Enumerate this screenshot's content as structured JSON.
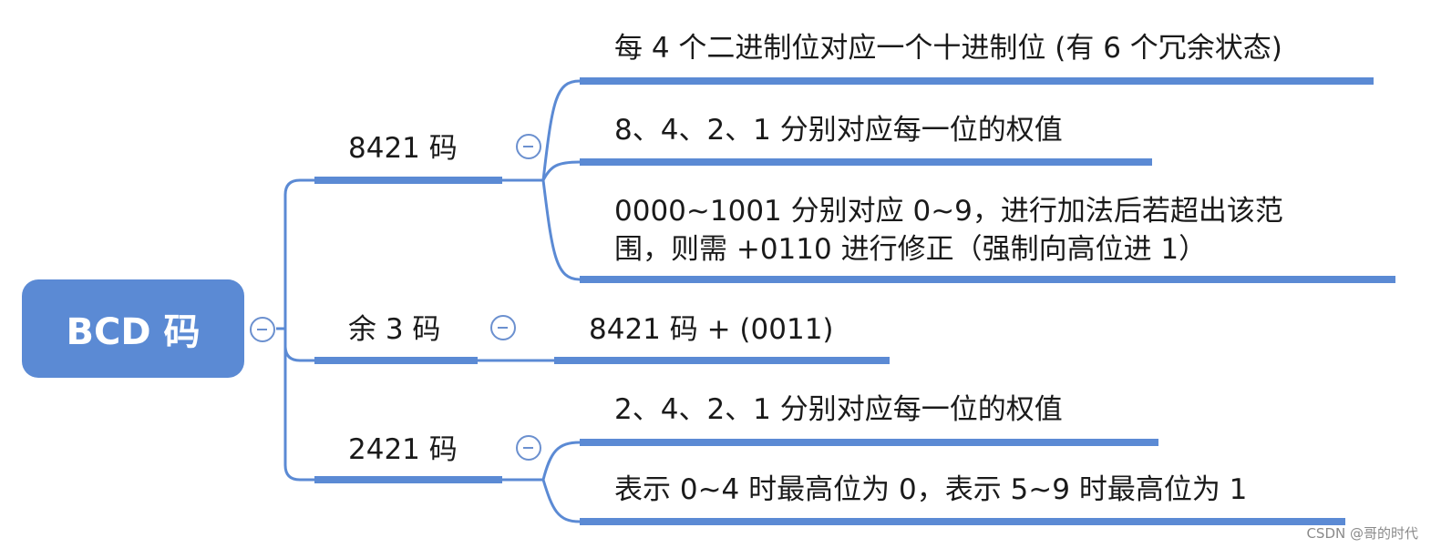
{
  "root": {
    "label": "BCD 码"
  },
  "branches": [
    {
      "label": "8421 码",
      "children": [
        "每 4 个二进制位对应一个十进制位 (有 6 个冗余状态)",
        "8、4、2、1 分别对应每一位的权值",
        "0000~1001 分别对应 0~9，进行加法后若超出该范围，则需 +0110 进行修正（强制向高位进 1）"
      ],
      "child_lines": [
        [
          "每 4 个二进制位对应一个十进制位 (有 6 个冗余状态)"
        ],
        [
          "8、4、2、1 分别对应每一位的权值"
        ],
        [
          "0000~1001 分别对应 0~9，进行加法后若超出该范",
          "围，则需 +0110 进行修正（强制向高位进 1）"
        ]
      ]
    },
    {
      "label": "余 3 码",
      "children": [
        "8421 码 + (0011)"
      ]
    },
    {
      "label": "2421 码",
      "children": [
        "2、4、2、1 分别对应每一位的权值",
        "表示 0~4 时最高位为 0，表示 5~9 时最高位为 1"
      ]
    }
  ],
  "watermark": "CSDN @哥的时代",
  "colors": {
    "accent": "#5b8ad4",
    "toggle": "#6b90cf",
    "text": "#1a1a1a",
    "background": "#ffffff"
  },
  "icons": {
    "toggle": "collapse-minus-circle-icon"
  }
}
